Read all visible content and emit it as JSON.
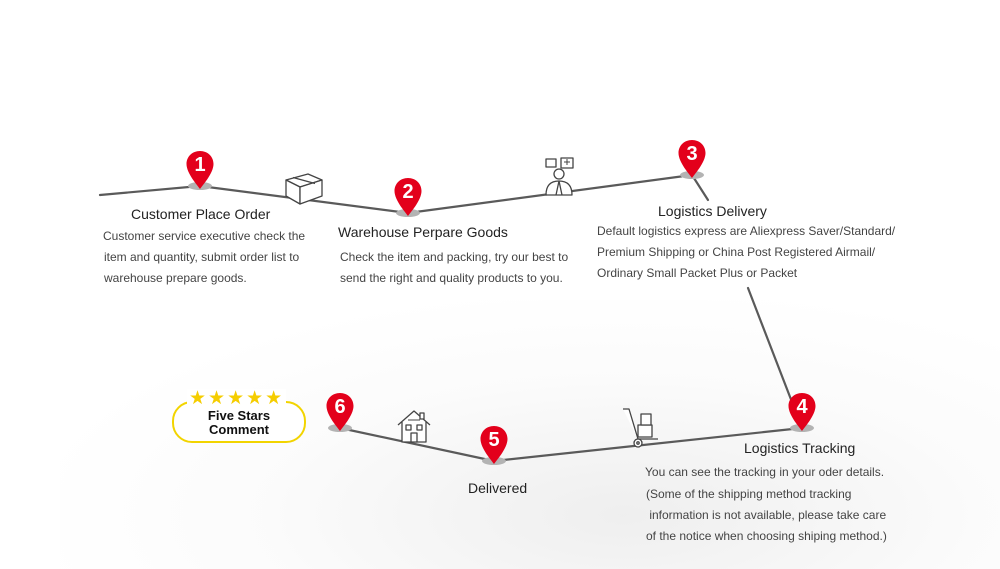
{
  "steps": [
    {
      "num": "1",
      "title": "Customer Place Order",
      "desc": [
        "Customer service executive check the",
        "item and quantity, submit order list to",
        "warehouse prepare goods."
      ]
    },
    {
      "num": "2",
      "title": "Warehouse Perpare Goods",
      "desc": [
        "Check the item and packing, try our best to",
        "send the right and quality products to you."
      ]
    },
    {
      "num": "3",
      "title": "Logistics Delivery",
      "desc": [
        "Default logistics express are Aliexpress Saver/Standard/",
        "Premium Shipping or China Post Registered Airmail/",
        "Ordinary Small Packet Plus or Packet"
      ]
    },
    {
      "num": "4",
      "title": "Logistics Tracking",
      "desc": [
        "You can see the tracking in your oder details.",
        "(Some of the shipping method tracking",
        " information is not available, please take care",
        "of the notice when choosing shiping method.)"
      ]
    },
    {
      "num": "5",
      "title": "Delivered"
    },
    {
      "num": "6",
      "badge": {
        "stars": "★★★★★",
        "line1": "Five Stars",
        "line2": "Comment"
      }
    }
  ],
  "icons": [
    "box-icon",
    "worker-icon",
    "house-icon",
    "hand-truck-icon",
    "star-icon"
  ],
  "colors": {
    "pin": "#e3001b",
    "line": "#555555",
    "star": "#f5cd00",
    "badge_border": "#f2d400"
  }
}
